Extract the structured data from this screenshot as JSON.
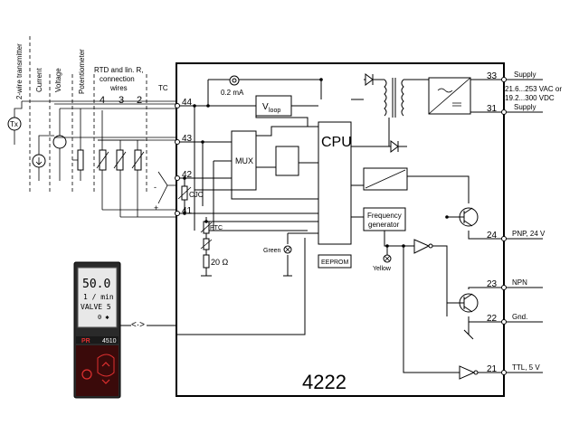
{
  "device": {
    "model": "4222"
  },
  "inputs": {
    "two_wire_transmitter": "2-wire transmitter",
    "transmitter_symbol": "Tx",
    "current": "Current",
    "voltage": "Voltage",
    "potentiometer": "Potentiometer",
    "rtd_line1": "RTD and lin. R,",
    "rtd_line2": "connection",
    "rtd_line3": "wires",
    "rtd_wire_4": "4",
    "rtd_wire_3": "3",
    "rtd_wire_2": "2",
    "tc": "TC",
    "tc_minus": "-",
    "tc_plus": "+"
  },
  "terminals": {
    "t44": "44",
    "t43": "43",
    "t42": "42",
    "t41": "41",
    "t33": "33",
    "t31": "31",
    "t24": "24",
    "t23": "23",
    "t22": "22",
    "t21": "21"
  },
  "blocks": {
    "cpu": "CPU",
    "mux": "MUX",
    "eeprom": "EEPROM",
    "vloop_main": "V",
    "vloop_sub": "loop",
    "freq_line1": "Frequency",
    "freq_line2": "generator",
    "cjc": "CJC",
    "ptc": "PTC",
    "resistor_20": "20 Ω",
    "current_source": "0.2 mA",
    "green_led": "Green",
    "yellow_led": "Yellow"
  },
  "supply": {
    "label_33": "Supply",
    "label_31": "Supply",
    "range_line1": "21.6...253 VAC or",
    "range_line2": "19.2...300 VDC"
  },
  "outputs": {
    "pnp": "PNP, 24 V",
    "npn": "NPN",
    "gnd": "Gnd.",
    "ttl": "TTL, 5 V"
  },
  "display": {
    "value": "50.0",
    "unit": "1 / min",
    "tag": "VALVE 5",
    "status": "0 ✱",
    "brand": "PR",
    "model": "4510",
    "link_symbol": "<·>"
  }
}
